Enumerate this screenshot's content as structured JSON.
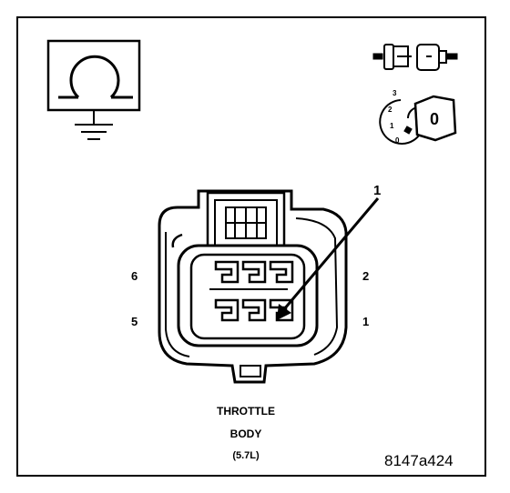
{
  "callout": "1",
  "pins": {
    "top_left": "6",
    "bottom_left": "5",
    "top_right": "2",
    "bottom_right": "1"
  },
  "caption": {
    "line1": "THROTTLE",
    "line2": "BODY",
    "line3": "(5.7L)"
  },
  "figure_id": "8147a424",
  "key_positions": [
    "3",
    "2",
    "1",
    "0"
  ],
  "key_letter": "0",
  "icons": [
    "ohmmeter-symbol-icon",
    "connector-plug-icon",
    "ignition-key-icon"
  ]
}
